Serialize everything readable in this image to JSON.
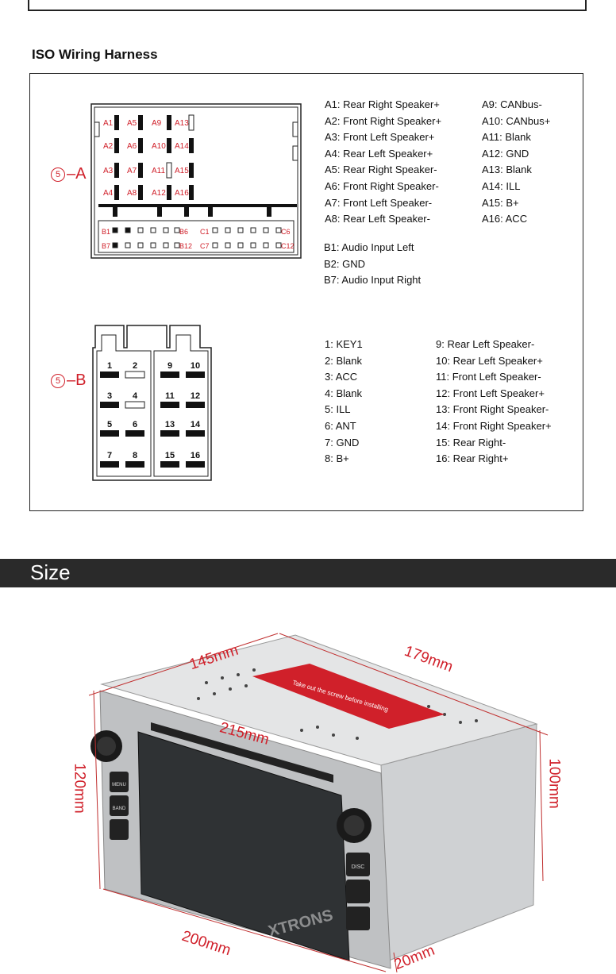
{
  "section_iso": {
    "title": "ISO Wiring Harness",
    "connector_a_label": "A",
    "connector_b_label": "B",
    "circle_number": "5",
    "a_pins": [
      "A1",
      "A5",
      "A9",
      "A13",
      "A2",
      "A6",
      "A10",
      "A14",
      "A3",
      "A7",
      "A11",
      "A15",
      "A4",
      "A8",
      "A12",
      "A16"
    ],
    "b_row_top": [
      "B1",
      "B6",
      "C1",
      "C6"
    ],
    "b_row_bottom": [
      "B7",
      "B12",
      "C7",
      "C12"
    ],
    "legend_a_left": [
      "A1: Rear Right Speaker+",
      "A2: Front Right Speaker+",
      "A3: Front Left Speaker+",
      "A4: Rear Left Speaker+",
      "A5: Rear Right Speaker-",
      "A6: Front Right Speaker-",
      "A7: Front Left Speaker-",
      "A8: Rear Left Speaker-"
    ],
    "legend_a_right": [
      "A9: CANbus-",
      "A10: CANbus+",
      "A11: Blank",
      "A12: GND",
      "A13: Blank",
      "A14: ILL",
      "A15: B+",
      "A16: ACC"
    ],
    "legend_b": [
      "B1: Audio Input Left",
      "B2: GND",
      "B7: Audio Input Right"
    ],
    "legend_iso_left": [
      "1: KEY1",
      "2: Blank",
      "3: ACC",
      "4: Blank",
      "5: ILL",
      "6: ANT",
      "7: GND",
      "8: B+"
    ],
    "legend_iso_right": [
      "9: Rear Left Speaker-",
      "10: Rear Left Speaker+",
      "11: Front Left Speaker-",
      "12: Front Left Speaker+",
      "13: Front Right Speaker-",
      "14: Front Right Speaker+",
      "15: Rear Right-",
      "16: Rear Right+"
    ],
    "iso_pin_numbers": [
      "1",
      "2",
      "3",
      "4",
      "5",
      "6",
      "7",
      "8",
      "9",
      "10",
      "11",
      "12",
      "13",
      "14",
      "15",
      "16"
    ]
  },
  "section_size": {
    "title": "Size",
    "dimensions": {
      "top_depth": "145mm",
      "top_length": "179mm",
      "front_width": "215mm",
      "left_height": "120mm",
      "right_height": "100mm",
      "bottom_width": "200mm",
      "bottom_depth": "20mm"
    },
    "device_labels": {
      "sticker": "Take out the screw before installing",
      "brand": "XTRONS",
      "btn_disc": "DISC",
      "btn_menu": "MENU",
      "btn_band": "BAND"
    }
  },
  "colors": {
    "accent_red": "#d0202a",
    "bar_dark": "#2a2a2a"
  }
}
